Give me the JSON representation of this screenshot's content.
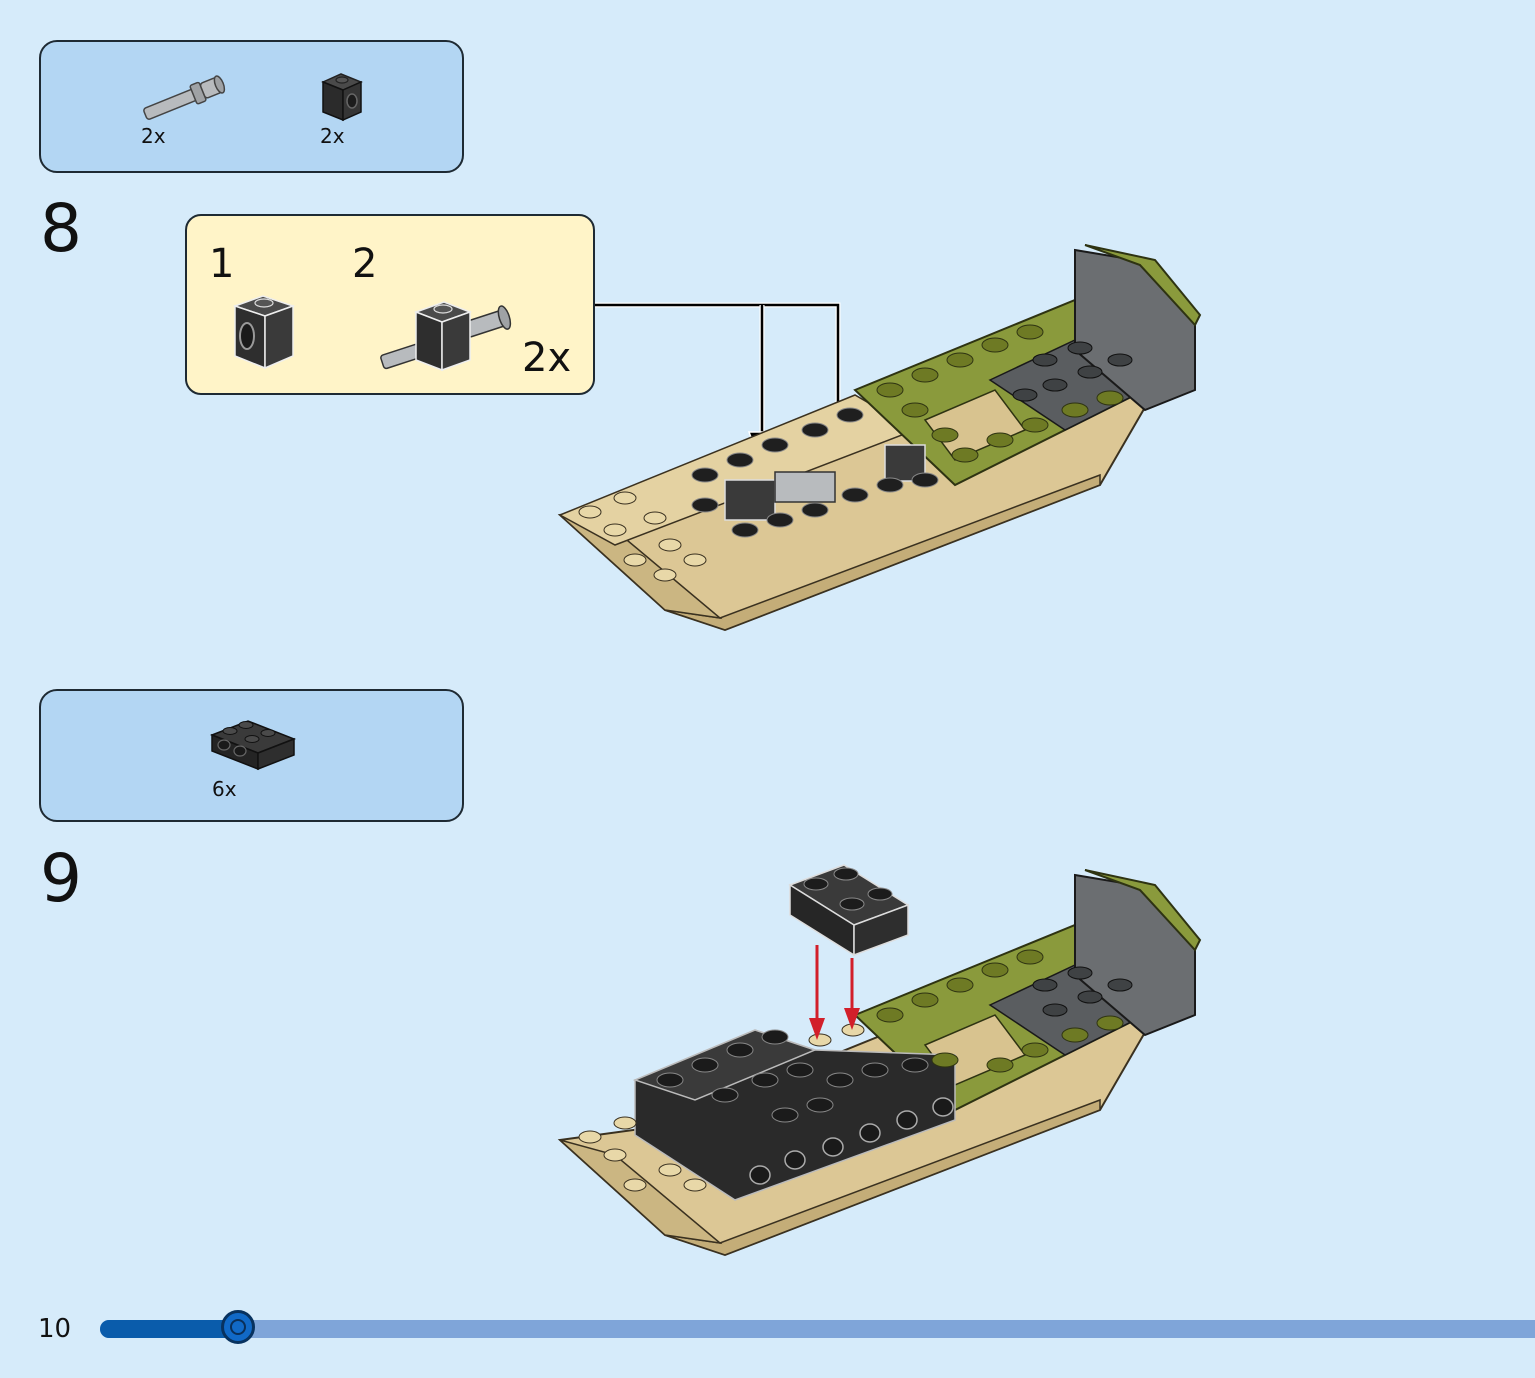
{
  "page_number": "10",
  "progress": 0.096,
  "colors": {
    "background": "#d6ebfa",
    "parts_box": "#b3d6f3",
    "callout": "#fff4c8",
    "tan": "#dcc795",
    "olive": "#8a9a3c",
    "dark_bluish_gray": "#5a5d60",
    "black_brick": "#2a2a2a",
    "light_gray": "#a7aaad",
    "red_arrow": "#d21f2a",
    "progress_fill": "#0a5cab",
    "progress_track": "#7fa5d9"
  },
  "step8": {
    "number": "8",
    "parts": [
      {
        "icon": "technic-pin-icon",
        "qty": "2x"
      },
      {
        "icon": "black-technic-brick-1x1-icon",
        "qty": "2x"
      }
    ],
    "callout": {
      "sub1": "1",
      "sub2": "2",
      "multiplier": "2x"
    }
  },
  "step9": {
    "number": "9",
    "parts": [
      {
        "icon": "black-plate-2x2-with-studs-icon",
        "qty": "6x"
      }
    ]
  }
}
